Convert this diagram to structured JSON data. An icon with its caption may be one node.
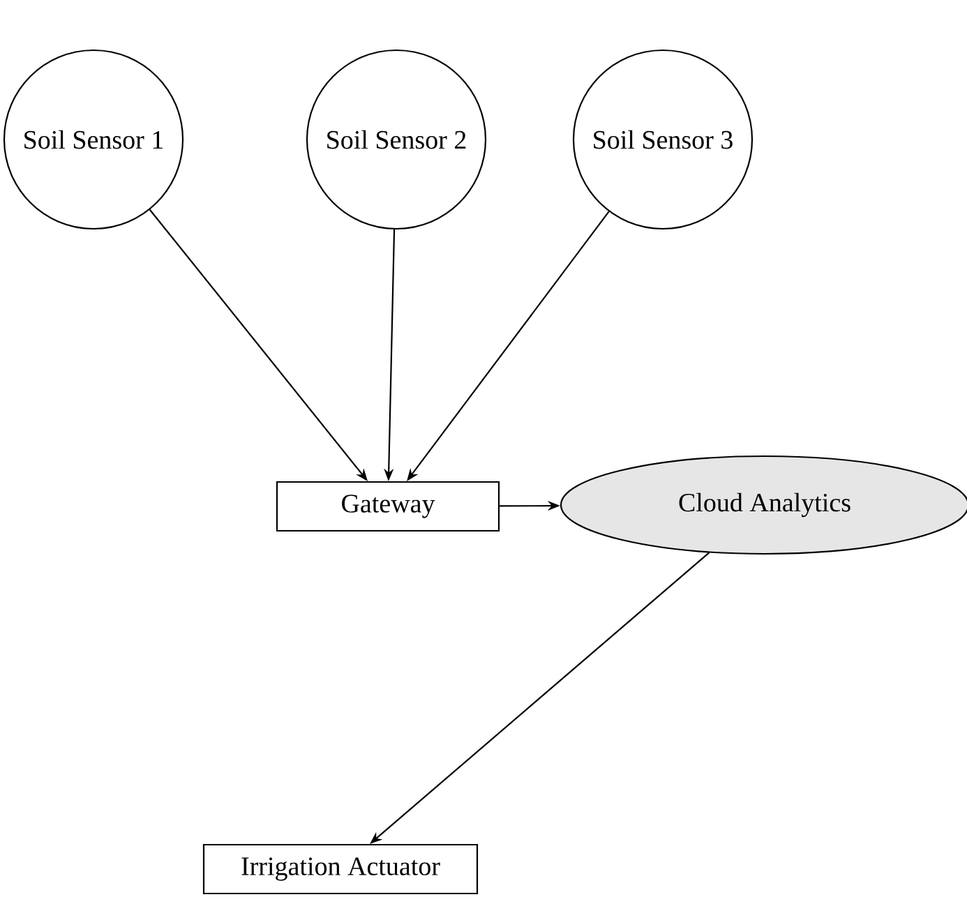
{
  "diagram": {
    "nodes": [
      {
        "text": [
          "Soil Sensor 1"
        ]
      },
      {
        "text": [
          "Soil Sensor 2"
        ]
      },
      {
        "text": [
          "Soil Sensor 3"
        ]
      },
      {
        "text": [
          "Gateway"
        ]
      },
      {
        "text": [
          "Cloud Analytics"
        ]
      },
      {
        "text": [
          "Irrigation Actuator"
        ]
      }
    ],
    "edges": [
      {
        "from": 0,
        "to": 3,
        "arrow": "to"
      },
      {
        "from": 1,
        "to": 3,
        "arrow": "to"
      },
      {
        "from": 2,
        "to": 3,
        "arrow": "to"
      },
      {
        "from": 3,
        "to": 4,
        "arrow": "to"
      },
      {
        "from": 4,
        "to": 5,
        "arrow": "to"
      }
    ]
  }
}
